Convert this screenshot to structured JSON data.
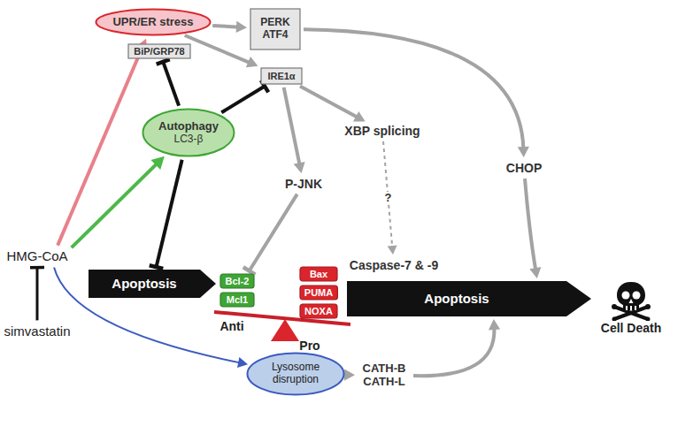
{
  "diagram": {
    "nodes": [
      {
        "text": [
          "UPR/ER stress"
        ]
      },
      {
        "text": [
          "PERK ATF4"
        ]
      },
      {
        "text": [
          "BiP/GRP78"
        ]
      },
      {
        "text": [
          "IRE1α"
        ]
      },
      {
        "text": [
          "XBP splicing"
        ]
      },
      {
        "text": [
          "Autophagy",
          "LC3-β"
        ]
      },
      {
        "text": [
          "CHOP"
        ]
      },
      {
        "text": [
          "P-JNK"
        ]
      },
      {
        "text": [
          "HMG-CoA"
        ]
      },
      {
        "text": [
          "Apoptosis"
        ]
      },
      {
        "text": [
          "Bcl-2"
        ]
      },
      {
        "text": [
          "Mcl1"
        ]
      },
      {
        "text": [
          "Bax"
        ]
      },
      {
        "text": [
          "PUMA"
        ]
      },
      {
        "text": [
          "NOXA"
        ]
      },
      {
        "text": [
          "Caspase-7 & -9"
        ]
      },
      {
        "text": [
          "Apoptosis"
        ]
      },
      {
        "text": [
          "Cell Death"
        ]
      },
      {
        "text": [
          "simvastatin"
        ]
      },
      {
        "text": [
          "Lysosome disruption"
        ]
      },
      {
        "text": [
          "CATH-B CATH-L"
        ]
      }
    ],
    "edges": [
      {
        "from": 8,
        "to": 0,
        "arrow": "to"
      },
      {
        "from": 8,
        "to": 5,
        "arrow": "to"
      },
      {
        "from": 8,
        "to": 19,
        "arrow": "to"
      },
      {
        "from": 18,
        "to": 8,
        "arrow": "to"
      },
      {
        "from": 0,
        "to": 1,
        "arrow": "to"
      },
      {
        "from": 0,
        "to": 3,
        "arrow": "to"
      },
      {
        "from": 1,
        "to": 6,
        "arrow": "to"
      },
      {
        "from": 5,
        "to": 2,
        "arrow": "to"
      },
      {
        "from": 5,
        "to": 3,
        "arrow": "to"
      },
      {
        "from": 5,
        "to": 9,
        "arrow": "to"
      },
      {
        "from": 3,
        "to": 4,
        "arrow": "to"
      },
      {
        "from": 3,
        "to": 7,
        "arrow": "to"
      },
      {
        "from": 7,
        "to": 10,
        "arrow": "to"
      },
      {
        "from": 4,
        "to": 15,
        "label": "?",
        "arrow": "to"
      },
      {
        "from": 6,
        "to": 16,
        "arrow": "to"
      },
      {
        "from": 19,
        "to": 20,
        "arrow": "to"
      },
      {
        "from": 20,
        "to": 16,
        "arrow": "to"
      }
    ],
    "labels": [
      "Anti",
      "Pro"
    ]
  }
}
